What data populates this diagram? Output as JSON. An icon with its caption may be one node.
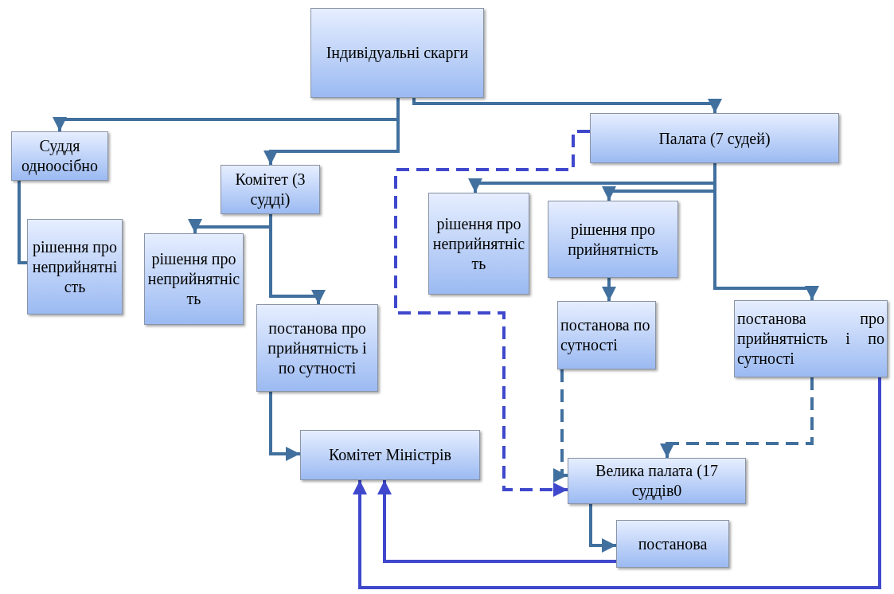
{
  "diagram": {
    "nodes": [
      {
        "text": [
          "Індивідуальні скарги"
        ]
      },
      {
        "text": [
          "Суддя одноосібно"
        ]
      },
      {
        "text": [
          "рішення про неприйнятність"
        ]
      },
      {
        "text": [
          "Комітет (3 судді)"
        ]
      },
      {
        "text": [
          "рішення про неприйнятність"
        ]
      },
      {
        "text": [
          "постанова про прийнятність і по сутності"
        ]
      },
      {
        "text": [
          "Палата (7 судей)"
        ]
      },
      {
        "text": [
          "рішення про неприйнятність"
        ]
      },
      {
        "text": [
          "рішення про прийнятність"
        ]
      },
      {
        "text": [
          "постанова по сутності"
        ]
      },
      {
        "text": [
          "постанова про прийнятність і по сутності"
        ]
      },
      {
        "text": [
          "Комітет Міністрів"
        ]
      },
      {
        "text": [
          "Велика палата (17 суддів0"
        ]
      },
      {
        "text": [
          "постанова"
        ]
      }
    ],
    "edges": [
      {
        "from": 0,
        "to": 1,
        "arrow": "to"
      },
      {
        "from": 0,
        "to": 3,
        "arrow": "to"
      },
      {
        "from": 0,
        "to": 6,
        "arrow": "to"
      },
      {
        "from": 1,
        "to": 2,
        "arrow": "none"
      },
      {
        "from": 3,
        "to": 4,
        "arrow": "to"
      },
      {
        "from": 3,
        "to": 5,
        "arrow": "to"
      },
      {
        "from": 6,
        "to": 7,
        "arrow": "to"
      },
      {
        "from": 6,
        "to": 8,
        "arrow": "to"
      },
      {
        "from": 6,
        "to": 10,
        "arrow": "to"
      },
      {
        "from": 8,
        "to": 9,
        "arrow": "to"
      },
      {
        "from": 5,
        "to": 11,
        "arrow": "to"
      },
      {
        "from": 6,
        "to": 12,
        "arrow": "to",
        "style": "dashed",
        "color": "#3f48cc"
      },
      {
        "from": 9,
        "to": 12,
        "arrow": "to",
        "style": "dashed"
      },
      {
        "from": 10,
        "to": 12,
        "arrow": "to",
        "style": "dashed"
      },
      {
        "from": 12,
        "to": 13,
        "arrow": "to"
      },
      {
        "from": 13,
        "to": 11,
        "arrow": "to",
        "color": "#3f48cc"
      },
      {
        "from": 10,
        "to": 11,
        "arrow": "to",
        "color": "#3f48cc"
      }
    ]
  }
}
